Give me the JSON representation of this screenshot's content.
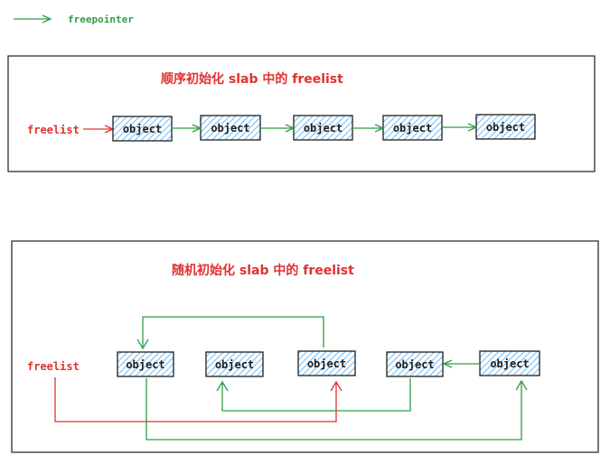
{
  "legend": {
    "label": "freepointer"
  },
  "panel1": {
    "title": "顺序初始化 slab 中的 freelist",
    "head_label": "freelist",
    "objects": [
      "object",
      "object",
      "object",
      "object",
      "object"
    ]
  },
  "panel2": {
    "title": "随机初始化 slab 中的 freelist",
    "head_label": "freelist",
    "objects": [
      "object",
      "object",
      "object",
      "object",
      "object"
    ]
  },
  "colors": {
    "green": "#2f9e44",
    "red": "#e03131",
    "box_stroke": "#1e1e1e",
    "box_hatch": "#74c0fc"
  }
}
